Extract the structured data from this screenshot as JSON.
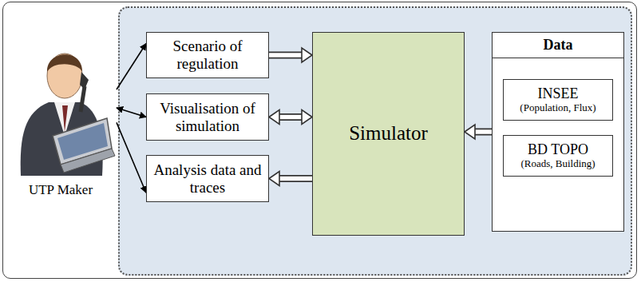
{
  "diagram": {
    "nodes": [
      {
        "text": [
          "UTP Maker"
        ]
      },
      {
        "text": [
          "Scenario of regulation"
        ]
      },
      {
        "text": [
          "Visualisation of simulation"
        ]
      },
      {
        "text": [
          "Analysis data and traces"
        ]
      },
      {
        "text": [
          "Simulator"
        ]
      },
      {
        "text": [
          "Data"
        ]
      },
      {
        "text": [
          "INSEE",
          "(Population, Flux)"
        ],
        "in": 5
      },
      {
        "text": [
          "BD TOPO",
          "(Roads, Building)"
        ],
        "in": 5
      }
    ],
    "edges": [
      {
        "from": 0,
        "to": 1,
        "arrow": "to"
      },
      {
        "from": 0,
        "to": 2,
        "arrow": "both"
      },
      {
        "from": 0,
        "to": 3,
        "arrow": "to"
      },
      {
        "from": 1,
        "to": 4,
        "arrow": "to"
      },
      {
        "from": 2,
        "to": 4,
        "arrow": "both"
      },
      {
        "from": 4,
        "to": 3,
        "arrow": "to"
      },
      {
        "from": 5,
        "to": 4,
        "arrow": "to"
      }
    ]
  }
}
